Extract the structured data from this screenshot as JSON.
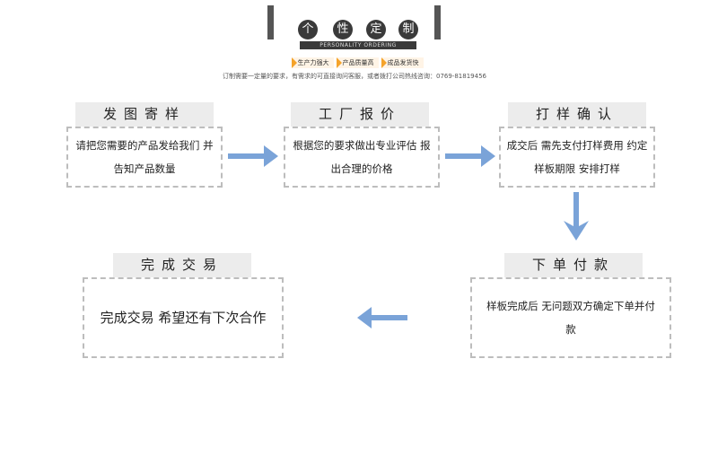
{
  "header": {
    "title_chars": [
      "个",
      "性",
      "定",
      "制"
    ],
    "subtitle": "PERSONALITY ORDERING",
    "tags": [
      "生产力强大",
      "产品质量高",
      "成品发货快"
    ],
    "contact": "订制需要一定量的要求，有需求的可直接询问客服，或者拨打公司热线咨询：0769-81819456"
  },
  "steps": [
    {
      "title": "发图寄样",
      "text": "请把您需要的产品发给我们 并告知产品数量"
    },
    {
      "title": "工厂报价",
      "text": "根据您的要求做出专业评估 报出合理的价格"
    },
    {
      "title": "打样确认",
      "text": "成交后 需先支付打样费用 约定样板期限 安排打样"
    },
    {
      "title": "下单付款",
      "text": "样板完成后 无问题双方确定下单并付款"
    },
    {
      "title": "完成交易",
      "text": "完成交易 希望还有下次合作"
    }
  ],
  "colors": {
    "arrow": "#7aa3d8",
    "accent": "#f5a32a",
    "dark": "#3a3a3a"
  }
}
